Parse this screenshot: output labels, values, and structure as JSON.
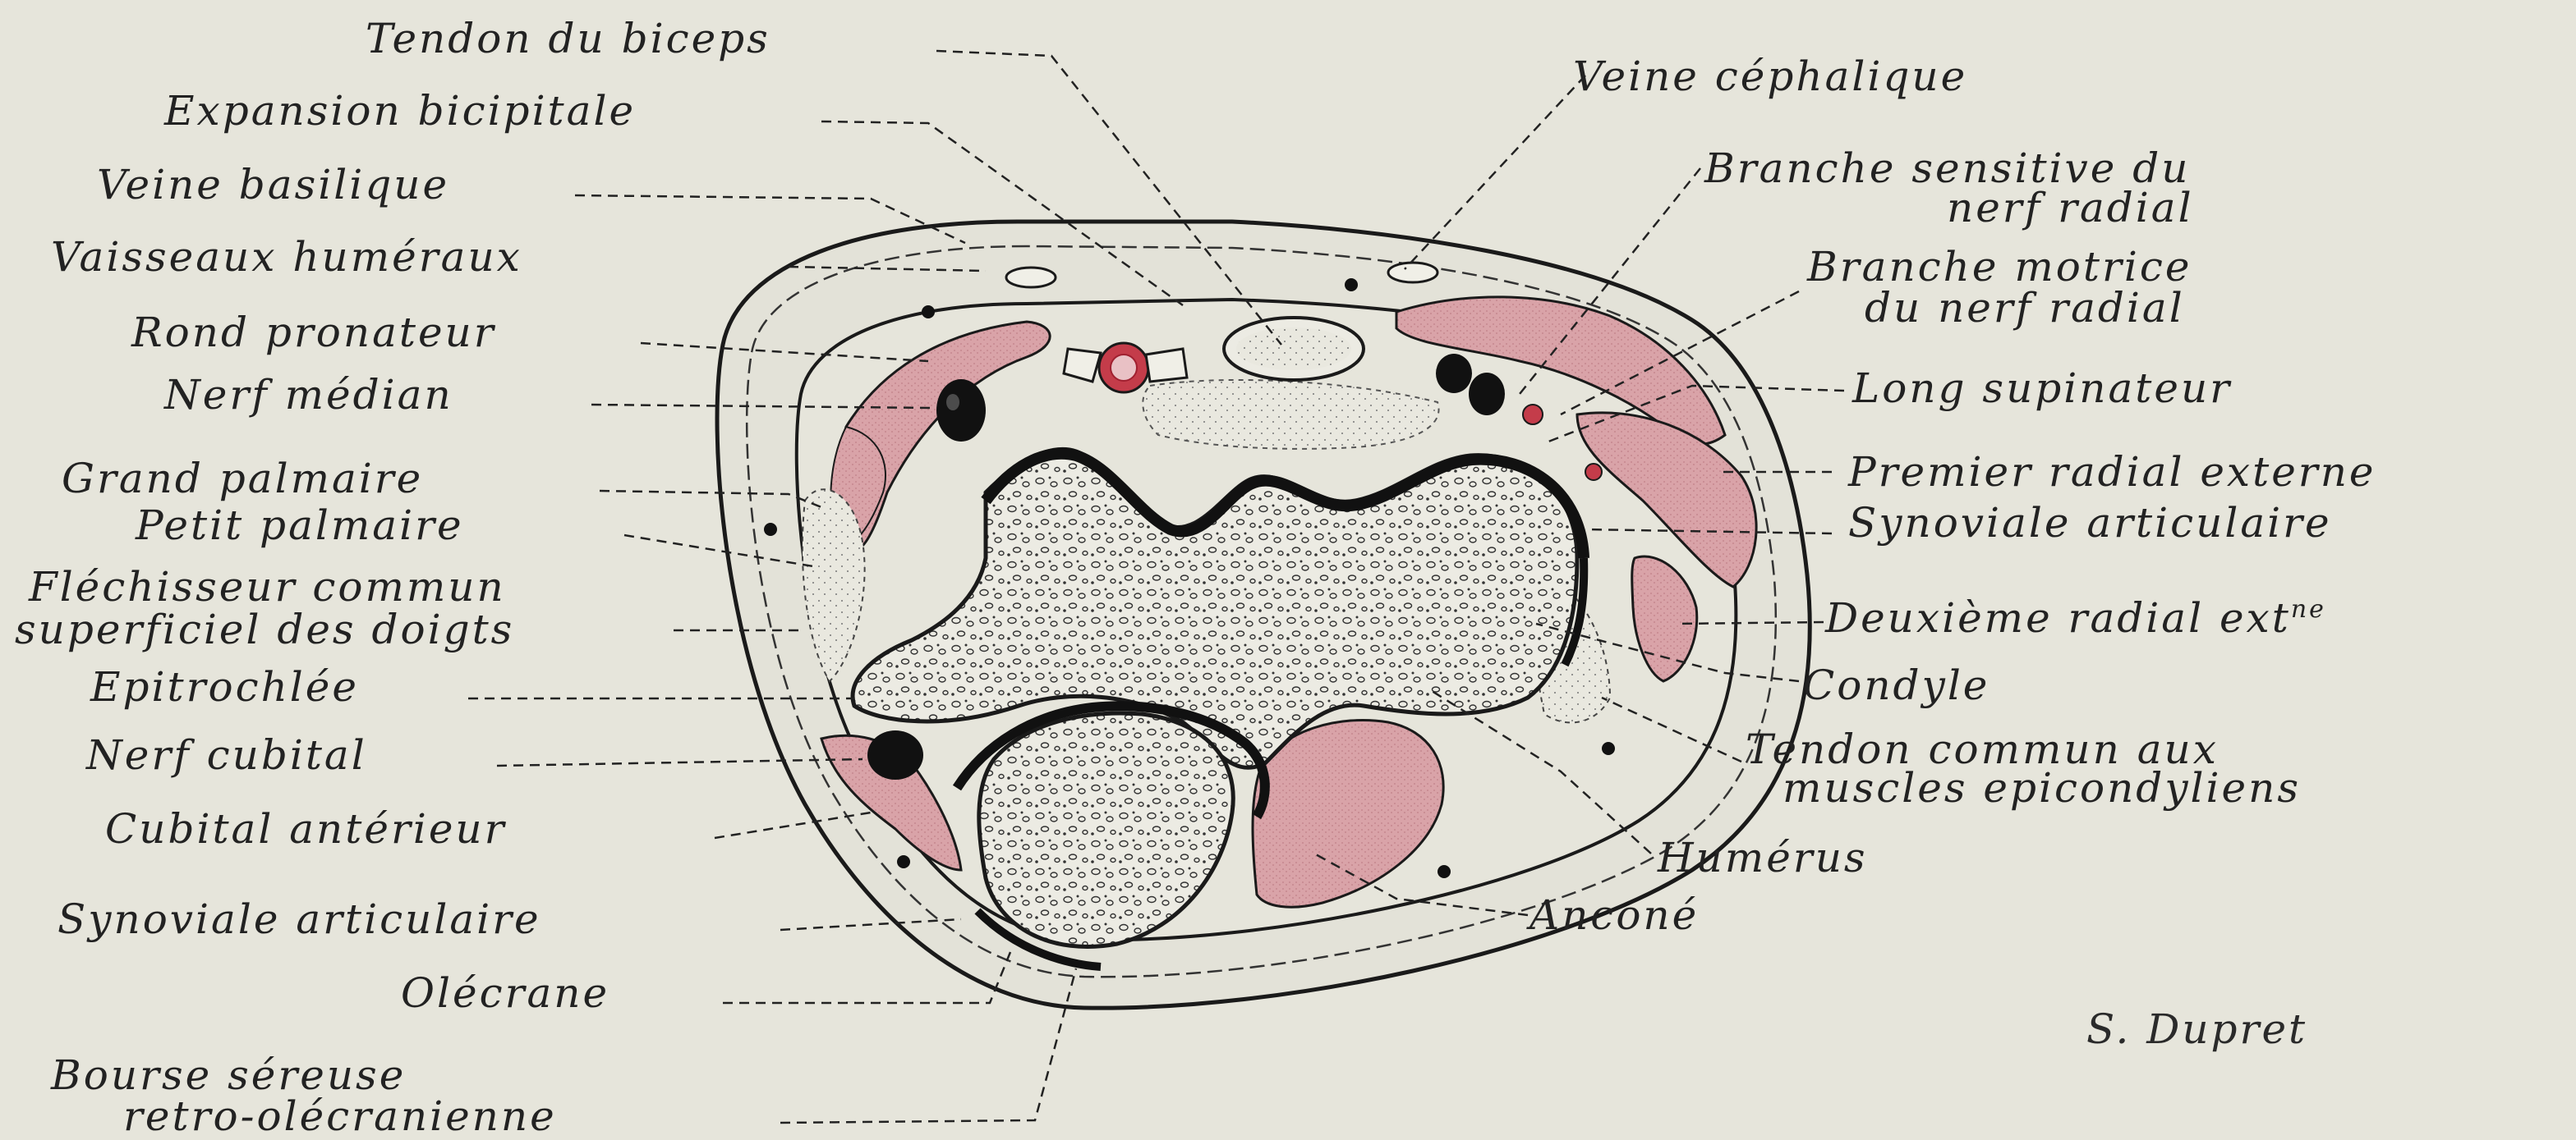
{
  "labels_left": {
    "tendon_biceps": "Tendon du biceps",
    "expansion_bicipitale": "Expansion bicipitale",
    "veine_basilique": "Veine basilique",
    "vaisseaux_humeraux": "Vaisseaux huméraux",
    "rond_pronateur": "Rond pronateur",
    "nerf_median": "Nerf médian",
    "grand_palmaire": "Grand palmaire",
    "petit_palmaire": "Petit palmaire",
    "flechisseur_l1": "Fléchisseur commun",
    "flechisseur_l2": "superficiel des doigts",
    "epitrochlee": "Epitrochlée",
    "nerf_cubital": "Nerf cubital",
    "cubital_anterieur": "Cubital antérieur",
    "synoviale_gauche": "Synoviale articulaire",
    "olecrane": "Olécrane",
    "bourse_l1": "Bourse séreuse",
    "bourse_l2": "retro-olécranienne"
  },
  "labels_right": {
    "veine_cephalique": "Veine céphalique",
    "branche_sensitive_l1": "Branche sensitive du",
    "branche_sensitive_l2": "nerf radial",
    "branche_motrice_l1": "Branche motrice",
    "branche_motrice_l2": "du nerf radial",
    "long_supinateur": "Long supinateur",
    "premier_radial": "Premier radial externe",
    "synoviale_droite": "Synoviale articulaire",
    "deuxieme_radial": "Deuxième radial ext",
    "deuxieme_radial_sup": "ne",
    "condyle": "Condyle",
    "tendon_commun_l1": "Tendon commun aux",
    "tendon_commun_l2": "muscles epicondyliens",
    "humerus": "Humérus",
    "ancone": "Anconé"
  },
  "signature": "S. Dupret",
  "colors": {
    "background": "#e6e5db",
    "muscle": "#d9a3a8",
    "ink": "#1a1a1a"
  }
}
